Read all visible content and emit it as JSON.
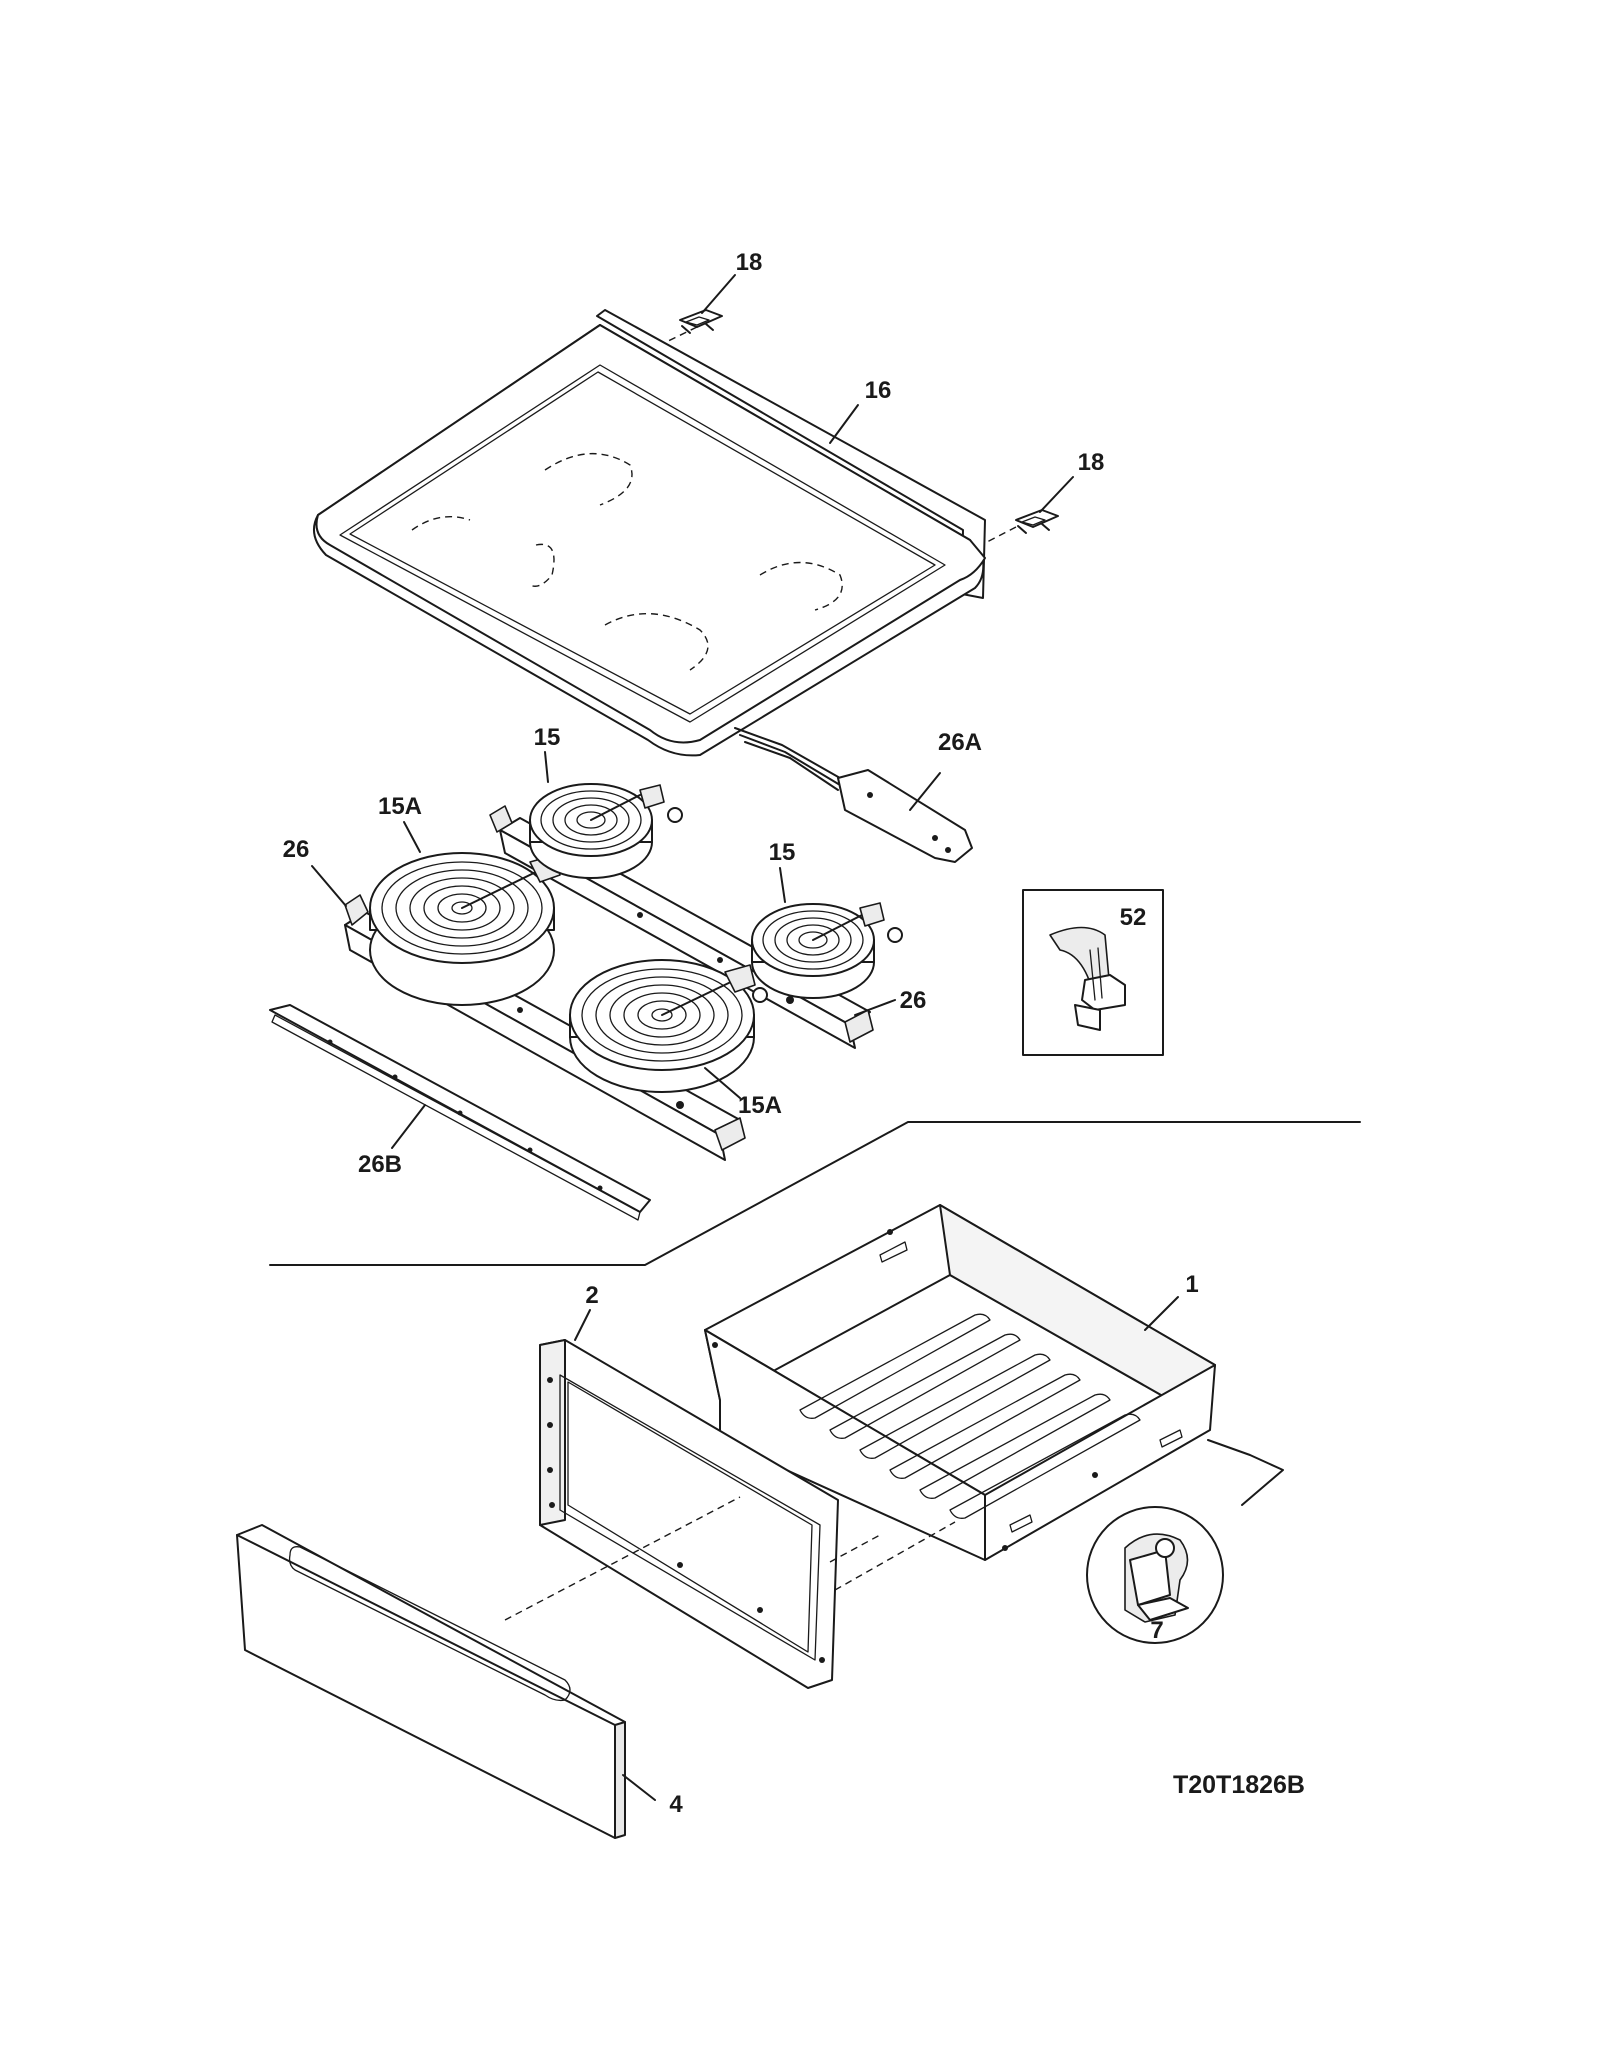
{
  "diagram_code": "T20T1826B",
  "callouts": {
    "bracket_top": "18",
    "cooktop": "16",
    "bracket_right": "18",
    "wiring_harness": "26A",
    "element_small_back": "15",
    "element_large_back": "15A",
    "element_small_front": "15",
    "element_large_front": "15A",
    "bracket_left": "26",
    "bracket_right_element": "26",
    "front_strip": "26B",
    "clip_inset": "52",
    "drawer_body": "1",
    "drawer_liner": "2",
    "drawer_panel": "4",
    "slide_inset": "7"
  }
}
